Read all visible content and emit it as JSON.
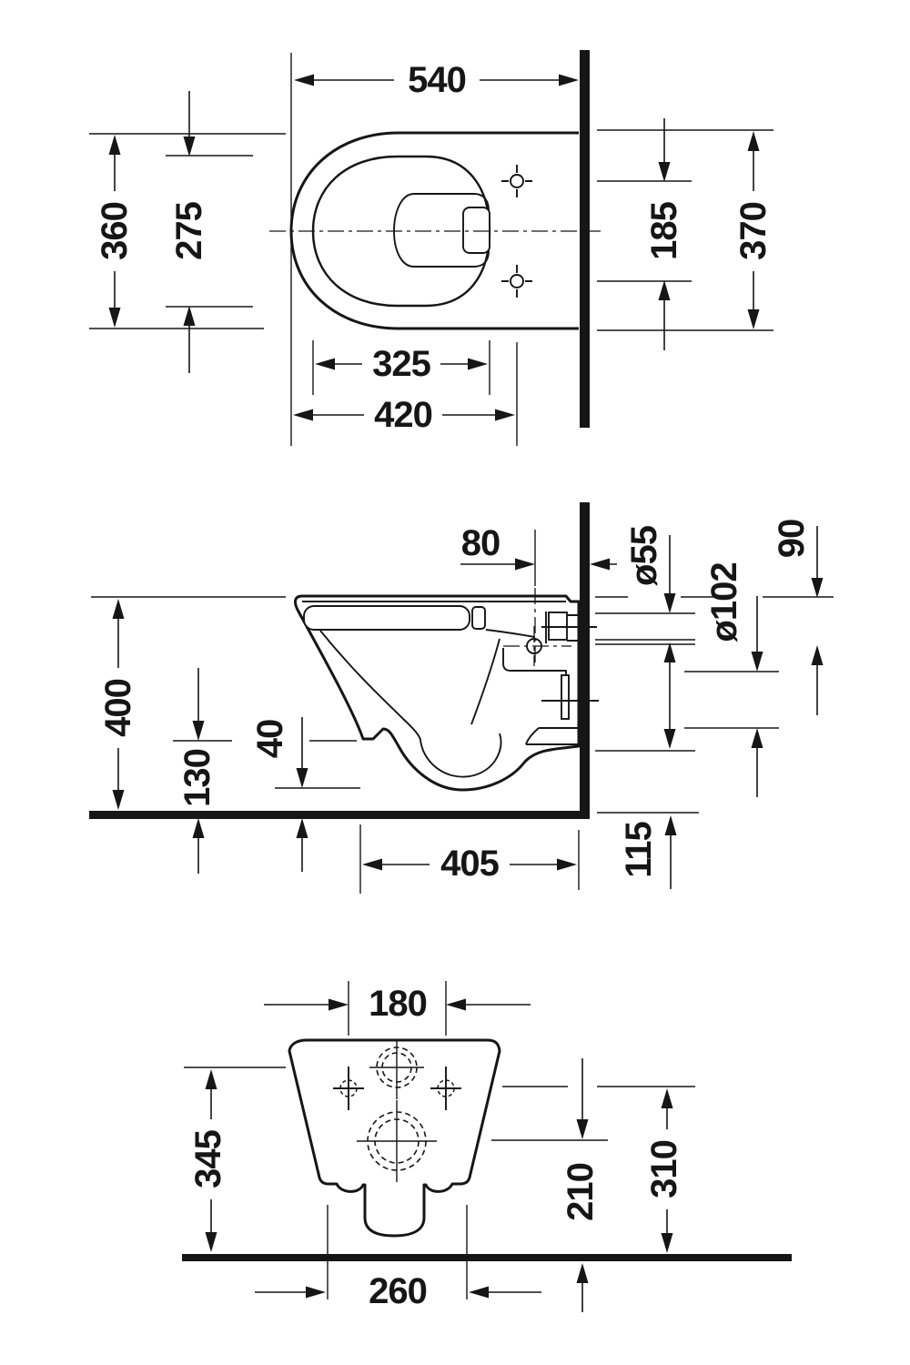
{
  "drawing": {
    "background": "#ffffff",
    "line_color": "#161616",
    "top_view": {
      "d540": "540",
      "d360": "360",
      "d275": "275",
      "d325": "325",
      "d420": "420",
      "d185": "185",
      "d370": "370"
    },
    "side_view": {
      "d80": "80",
      "d55": "ø55",
      "d102": "ø102",
      "d90": "90",
      "d400": "400",
      "d130": "130",
      "d40": "40",
      "d405": "405",
      "d115": "115"
    },
    "front_view": {
      "d180": "180",
      "d345": "345",
      "d210": "210",
      "d310": "310",
      "d260": "260"
    }
  }
}
